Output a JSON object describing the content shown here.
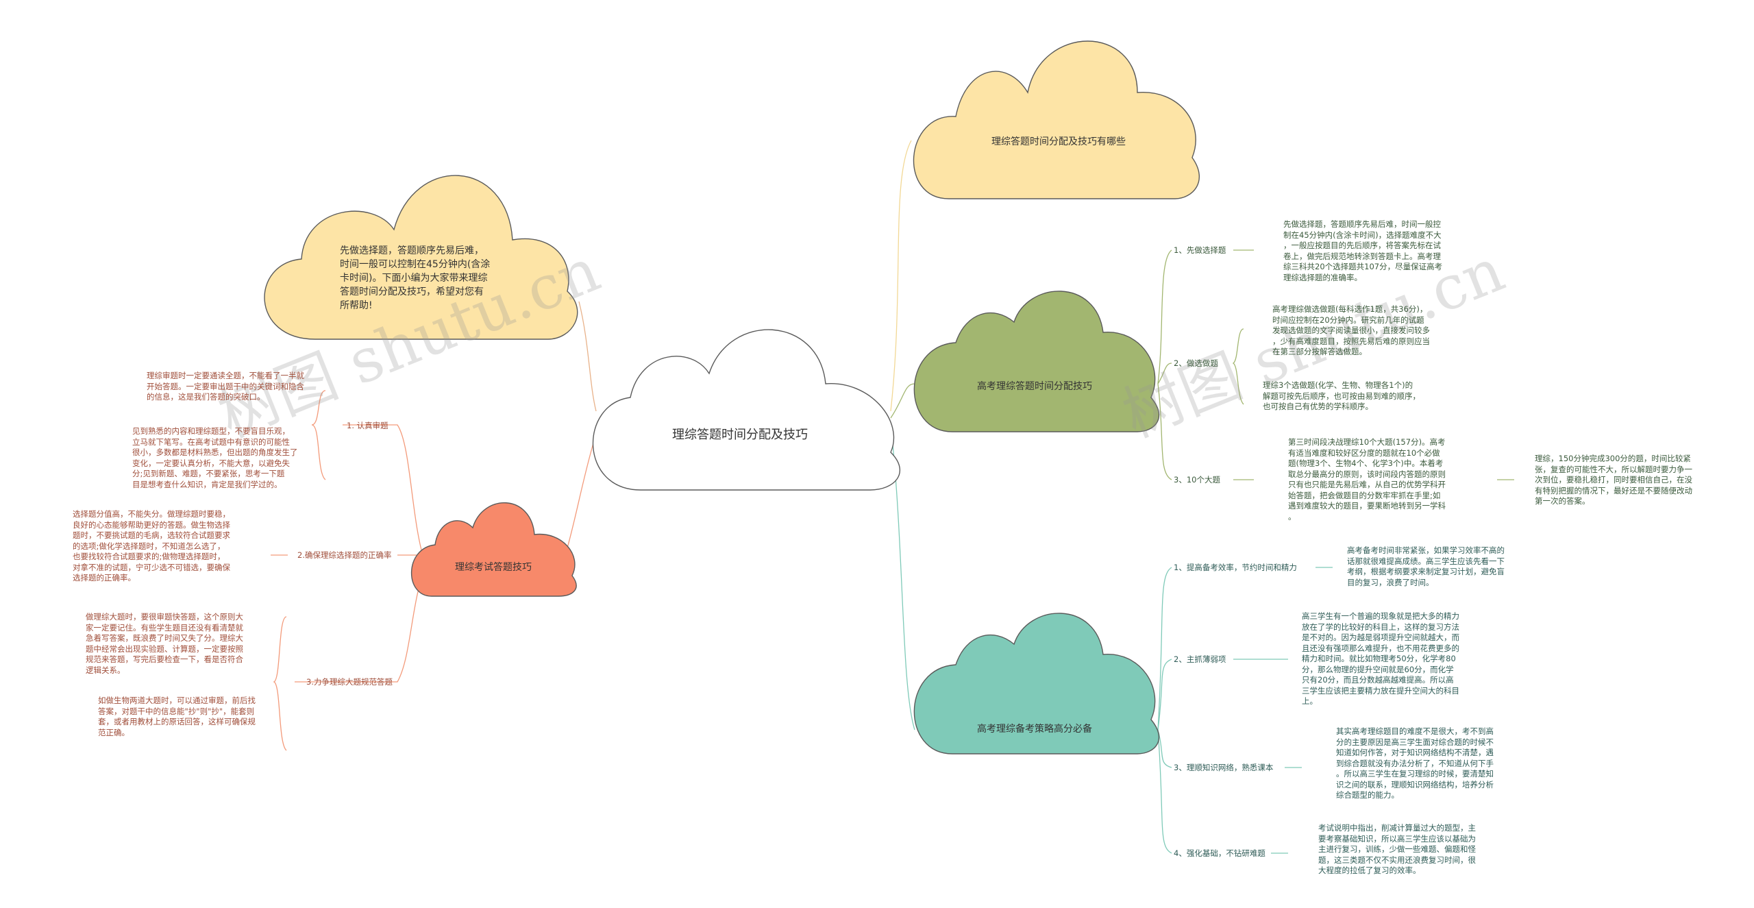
{
  "root": {
    "label": "理综答题时间分配及技巧"
  },
  "intro": {
    "text": "先做选择题，答题顺序先易后难，\n时间一般可以控制在45分钟内(含涂\n卡时间)。下面小编为大家带来理综\n答题时间分配及技巧，希望对您有\n所帮助!"
  },
  "top_right": {
    "label": "理综答题时间分配及技巧有哪些"
  },
  "left_topic": {
    "label": "理综考试答题技巧",
    "branches": [
      {
        "label": "1. 认真审题",
        "notes": [
          "理综审题时一定要通读全题，不能看了一半就\n开始答题。一定要审出题干中的关键词和隐含\n的信息，这是我们答题的突破口。",
          "见到熟悉的内容和理综题型，不要盲目乐观，\n立马就下笔写。在高考试题中有意识的可能性\n很小，多数都是材料熟悉，但出题的角度发生了\n变化，一定要认真分析，不能大意，以避免失\n分;见到新题、难题，不要紧张，思考一下题\n目是想考查什么知识，肯定是我们学过的。"
        ]
      },
      {
        "label": "2.确保理综选择题的正确率",
        "notes": [
          "选择题分值高，不能失分。做理综题时要稳，\n良好的心态能够帮助更好的答题。做生物选择\n题时，不要挑试题的毛病，选较符合试题要求\n的选项;做化学选择题时，不知道怎么选了，\n也要找较符合试题要求的;做物理选择题时，\n对拿不准的试题，宁可少选不可错选，要确保\n选择题的正确率。"
        ]
      },
      {
        "label": "3.力争理综大题规范答题",
        "notes": [
          "做理综大题时，要很审题快答题，这个原则大\n家一定要记住。有些学生题目还没有看清楚就\n急着写答案，既浪费了时间又失了分。理综大\n题中经常会出现实验题、计算题，一定要按照\n规范来答题，写完后要检查一下，看是否符合\n逻辑关系。",
          "如做生物两道大题时，可以通过审题，前后找\n答案，对题干中的信息能\"抄\"则\"抄\"，能套则\n套，或者用教材上的原话回答，这样可确保规\n范正确。"
        ]
      }
    ]
  },
  "green_topic": {
    "label": "高考理综答题时间分配技巧",
    "branches": [
      {
        "label": "1、先做选择题",
        "notes": [
          "先做选择题，答题顺序先易后难，时间一般控\n制在45分钟内(含涂卡时间)，选择题难度不大\n，一般应按题目的先后顺序，将答案先标在试\n卷上，做完后规范地转涂到答题卡上。高考理\n综三科共20个选择题共107分，尽量保证高考\n理综选择题的准确率。"
        ]
      },
      {
        "label": "2、做选做题",
        "notes": [
          "高考理综做选做题(每科选作1题，共36分)，\n时间应控制在20分钟内。研究前几年的试题\n发现选做题的文字阅读量很小，直接发问较多\n，少有高难度题目，按照先易后难的原则应当\n在第三部分按解答选做题。",
          "理综3个选做题(化学、生物、物理各1个)的\n解题可按先后顺序，也可按由易到难的顺序，\n也可按自己有优势的学科顺序。"
        ]
      },
      {
        "label": "3、10个大题",
        "notes": [
          "第三时间段决战理综10个大题(157分)。高考\n有适当难度和较好区分度的题就在10个必做\n题(物理3个、生物4个、化学3个)中。本着考\n取总分最高分的原则，该时间段内答题的原则\n只有也只能是先易后难，从自己的优势学科开\n始答题，把会做题目的分数牢牢抓在手里;如\n遇到难度较大的题目，要果断地转到另一学科\n。",
          "理综，150分钟完成300分的题，时间比较紧\n张，复查的可能性不大，所以解题时要力争一\n次到位，要稳扎稳打，同时要相信自己，在没\n有特别把握的情况下，最好还是不要随便改动\n第一次的答案。"
        ]
      }
    ]
  },
  "teal_topic": {
    "label": "高考理综备考策略高分必备",
    "branches": [
      {
        "label": "1、提高备考效率，节约时间和精力",
        "notes": [
          "高考备考时间非常紧张，如果学习效率不高的\n话那就很难提高成绩。高三学生应该先看一下\n考纲，根据考纲要求来制定复习计划，避免盲\n目的复习，浪费了时间。"
        ]
      },
      {
        "label": "2、主抓薄弱项",
        "notes": [
          "高三学生有一个普遍的现象就是把大多的精力\n放在了学的比较好的科目上，这样的复习方法\n是不对的。因为越是弱项提升空间就越大，而\n且还没有强项那么难提升，也不用花费更多的\n精力和时间。就比如物理考50分，化学考80\n分，那么物理的提升空间就是60分，而化学\n只有20分，而且分数越高越难提高。所以高\n三学生应该把主要精力放在提升空间大的科目\n上。"
        ]
      },
      {
        "label": "3、理顺知识网络，熟悉课本",
        "notes": [
          "其实高考理综题目的难度不是很大，考不到高\n分的主要原因是高三学生面对综合题的时候不\n知道如何作答，对于知识网络结构不清楚，遇\n到综合题就没有办法分析了，不知道从何下手\n。所以高三学生在复习理综的时候，要清楚知\n识之间的联系，理顺知识网络结构，培养分析\n综合题型的能力。"
        ]
      },
      {
        "label": "4、强化基础，不钻研难题",
        "notes": [
          "考试说明中指出，削减计算量过大的题型，主\n要考察基础知识，所以高三学生应该以基础为\n主进行复习，训练，少做一些难题、偏题和怪\n题，这三类题不仅不实用还浪费复习时间，很\n大程度的拉低了复习的效率。"
        ]
      }
    ]
  },
  "watermarks": [
    "树图 shutu.cn",
    "树图 shutu.cn"
  ],
  "colors": {
    "intro_cloud": "#fde4a6",
    "top_cloud": "#fde4a6",
    "left_cloud": "#f7896a",
    "green_cloud": "#a2b670",
    "teal_cloud": "#7fcab8",
    "root_cloud": "#ffffff"
  }
}
